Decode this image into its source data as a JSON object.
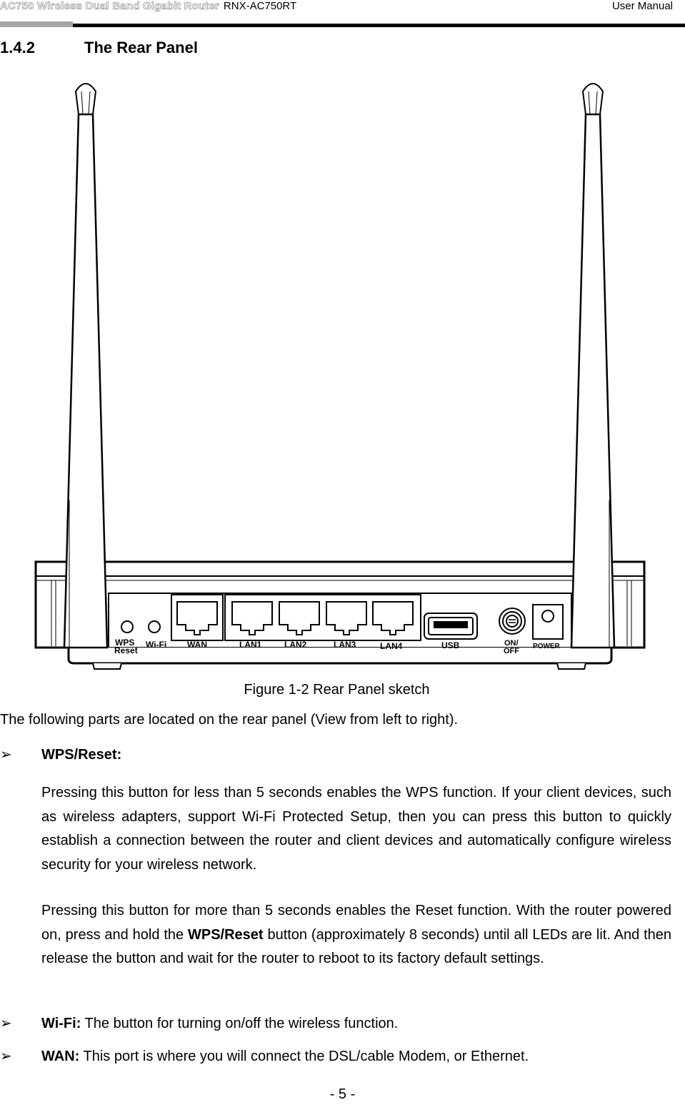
{
  "header": {
    "product": "AC750 Wireless Dual Band Gigabit Router",
    "model": "RNX-AC750RT",
    "doc_type": "User Manual"
  },
  "section": {
    "number": "1.4.2",
    "title": "The Rear Panel"
  },
  "figure": {
    "labels": {
      "wps": "WPS",
      "reset": "Reset",
      "wifi": "Wi-Fi",
      "wan": "WAN",
      "lan1": "LAN1",
      "lan2": "LAN2",
      "lan3": "LAN3",
      "lan4": "LAN4",
      "usb": "USB",
      "on": "ON/",
      "off": "OFF",
      "power": "POWER"
    },
    "caption": "Figure 1-2 Rear Panel sketch"
  },
  "intro": "The following parts are located on the rear panel (View from left to right).",
  "items": {
    "wps_reset": {
      "term": "WPS/Reset:",
      "para1": "Pressing this button for less than 5 seconds enables the WPS function. If your client devices, such as wireless adapters, support Wi-Fi Protected Setup, then you can press this button to quickly establish a connection between the router and client devices and automatically configure wireless security for your wireless network.",
      "para2_a": "Pressing this button for more than 5 seconds enables the Reset function. With the router powered on, press and hold the ",
      "para2_bold": "WPS/Reset",
      "para2_b": " button (approximately 8 seconds) until all LEDs are lit. And then release the button and wait for the router to reboot to its factory default settings."
    },
    "wifi": {
      "term": "Wi-Fi:",
      "desc": " The button for turning on/off the wireless function."
    },
    "wan": {
      "term": "WAN:",
      "desc": " This port is where you will connect the DSL/cable Modem, or Ethernet."
    }
  },
  "bullet_mark": "➢",
  "footer": {
    "page": "- 5 -"
  }
}
